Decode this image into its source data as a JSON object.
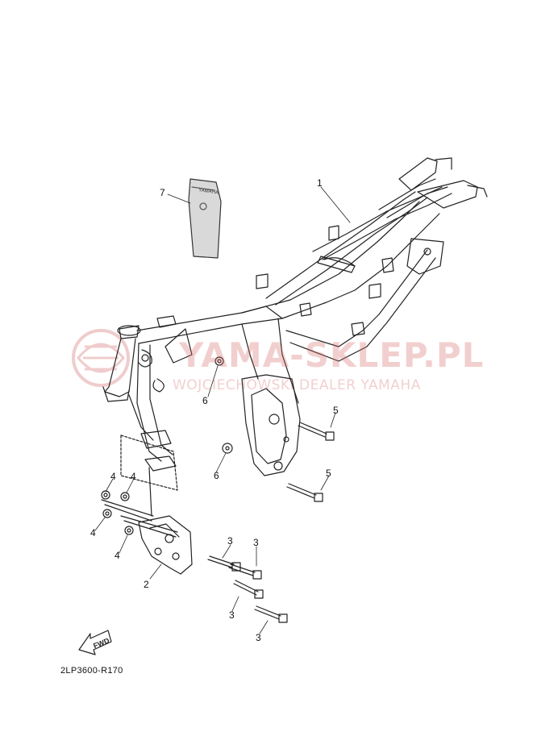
{
  "watermark": {
    "title": "YAMA-SKLEP.PL",
    "subtitle": "WOJCIECHOWSKI DEALER YAMAHA",
    "color": "#d77070"
  },
  "diagram": {
    "code": "2LP3600-R170",
    "fwd_label": "FWD",
    "sticker_text": "YAMAHA",
    "callouts": [
      {
        "id": "1",
        "label": "1"
      },
      {
        "id": "2",
        "label": "2"
      },
      {
        "id": "3a",
        "label": "3"
      },
      {
        "id": "3b",
        "label": "3"
      },
      {
        "id": "3c",
        "label": "3"
      },
      {
        "id": "3d",
        "label": "3"
      },
      {
        "id": "4a",
        "label": "4"
      },
      {
        "id": "4b",
        "label": "4"
      },
      {
        "id": "4c",
        "label": "4"
      },
      {
        "id": "4d",
        "label": "4"
      },
      {
        "id": "5a",
        "label": "5"
      },
      {
        "id": "5b",
        "label": "5"
      },
      {
        "id": "6a",
        "label": "6"
      },
      {
        "id": "6b",
        "label": "6"
      },
      {
        "id": "7",
        "label": "7"
      }
    ]
  }
}
